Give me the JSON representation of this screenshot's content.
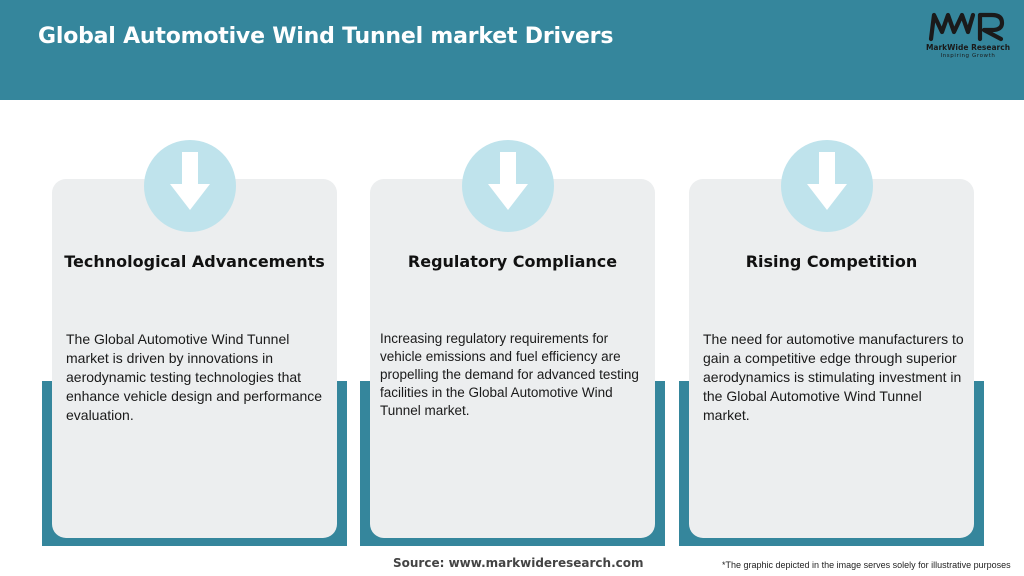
{
  "header": {
    "title": "Global Automotive Wind Tunnel market Drivers"
  },
  "logo": {
    "mark": "MWR",
    "name": "MarkWide Research",
    "tagline": "Inspiring Growth"
  },
  "colors": {
    "header_bg": "#35869c",
    "circle_bg": "#bfe3ec",
    "card_bg": "#eceeef",
    "arrow_fill": "#ffffff"
  },
  "drivers": [
    {
      "icon": "down-arrow-icon",
      "heading": "Technological Advancements",
      "text": "The Global Automotive Wind Tunnel market is driven by innovations in aerodynamic testing technologies that enhance vehicle design and performance evaluation."
    },
    {
      "icon": "down-arrow-icon",
      "heading": "Regulatory Compliance",
      "text": "Increasing regulatory requirements for vehicle emissions and fuel efficiency are propelling the demand for advanced testing facilities in the Global Automotive Wind Tunnel market."
    },
    {
      "icon": "down-arrow-icon",
      "heading": "Rising Competition",
      "text": "The need for automotive manufacturers to gain a competitive edge through superior aerodynamics is stimulating investment in the Global Automotive Wind Tunnel market."
    }
  ],
  "footer": {
    "source": "Source: www.markwideresearch.com",
    "disclaimer": "*The graphic depicted in the image serves solely for illustrative purposes"
  }
}
